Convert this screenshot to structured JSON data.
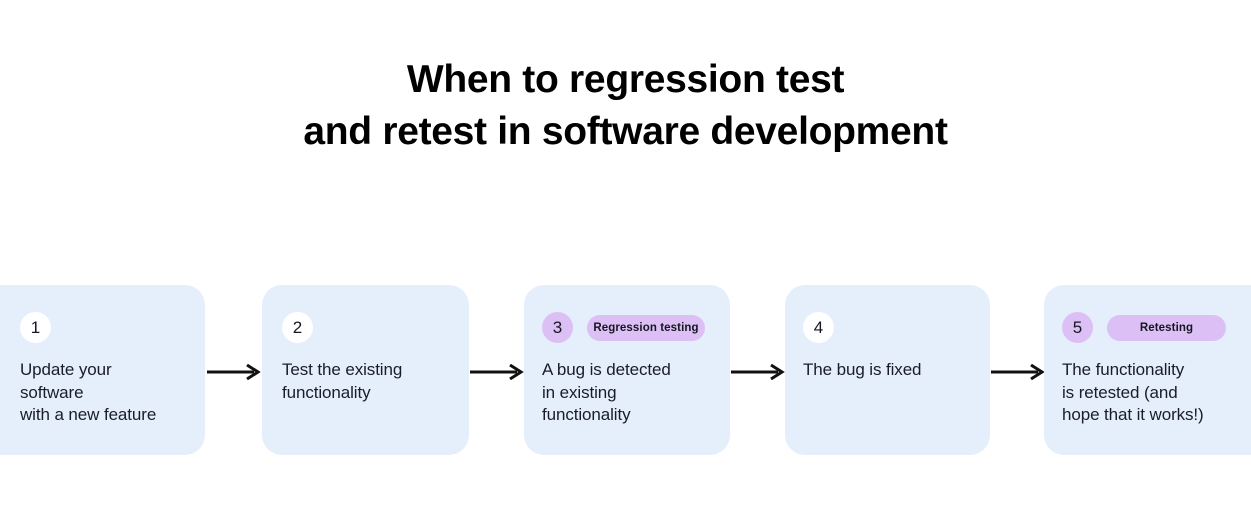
{
  "title": {
    "line1": "When to regression test",
    "line2": "and retest in software development"
  },
  "colors": {
    "page_background": "#ffffff",
    "card_background": "#e5effb",
    "badge_default": "#ffffff",
    "badge_highlight": "#dcc0f5",
    "pill_background": "#dcc0f5",
    "text": "#1a1c2b",
    "arrow": "#111111"
  },
  "flow": {
    "arrow_icon": "arrow-right-icon",
    "steps": [
      {
        "number": "1",
        "badge_style": "white",
        "tag": null,
        "text": "Update your\nsoftware\nwith a new feature"
      },
      {
        "number": "2",
        "badge_style": "white",
        "tag": null,
        "text": "Test the existing\nfunctionality"
      },
      {
        "number": "3",
        "badge_style": "purple",
        "tag": "Regression testing",
        "text": "A bug is detected\nin existing\nfunctionality"
      },
      {
        "number": "4",
        "badge_style": "white",
        "tag": null,
        "text": "The bug is fixed"
      },
      {
        "number": "5",
        "badge_style": "purple",
        "tag": "Retesting",
        "text": "The functionality\nis retested (and\nhope that it works!)"
      }
    ]
  }
}
